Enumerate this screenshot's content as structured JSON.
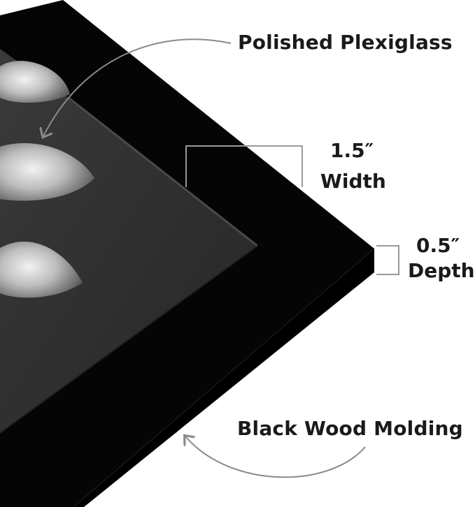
{
  "callouts": {
    "plexiglass": "Polished Plexiglass",
    "width_value": "1.5″",
    "width_label": "Width",
    "depth_value": "0.5″",
    "depth_label": "Depth",
    "molding": "Black Wood Molding"
  },
  "colors": {
    "frame": "#050505",
    "frame_edge": "#1c1c1c",
    "artwork_bg": "#303030",
    "bracket": "#9a9a9a",
    "arrow": "#8a8a8a",
    "text": "#1a1a1a"
  }
}
